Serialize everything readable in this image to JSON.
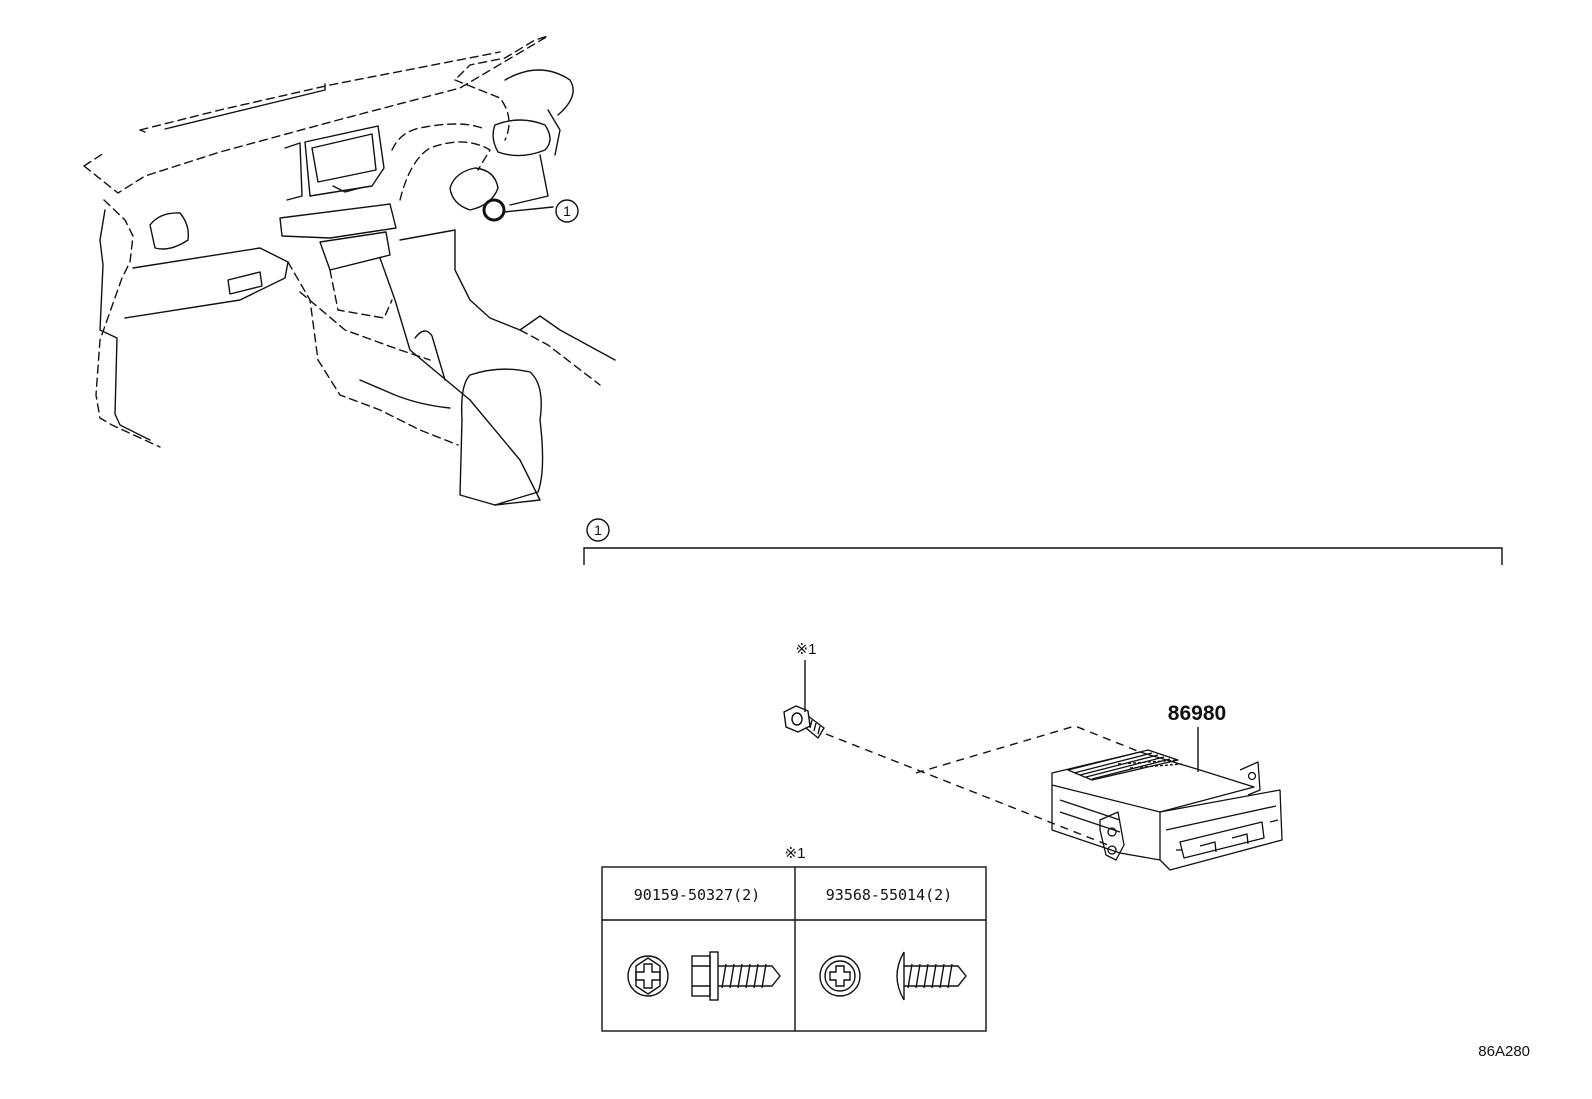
{
  "callouts": {
    "dashboard_ref": "1",
    "section_ref": "1"
  },
  "parts": {
    "module_number": "86980",
    "note_mark": "※1"
  },
  "fastener_table": {
    "note_mark": "※1",
    "columns": [
      {
        "part_no": "90159-50327(2)"
      },
      {
        "part_no": "93568-55014(2)"
      }
    ]
  },
  "diagram_code": "86A280",
  "colors": {
    "line": "#111111",
    "background": "#ffffff"
  },
  "icons": [
    "dashboard-illustration",
    "control-module-illustration",
    "bolt-icon",
    "flange-bolt-icon",
    "screw-icon"
  ]
}
